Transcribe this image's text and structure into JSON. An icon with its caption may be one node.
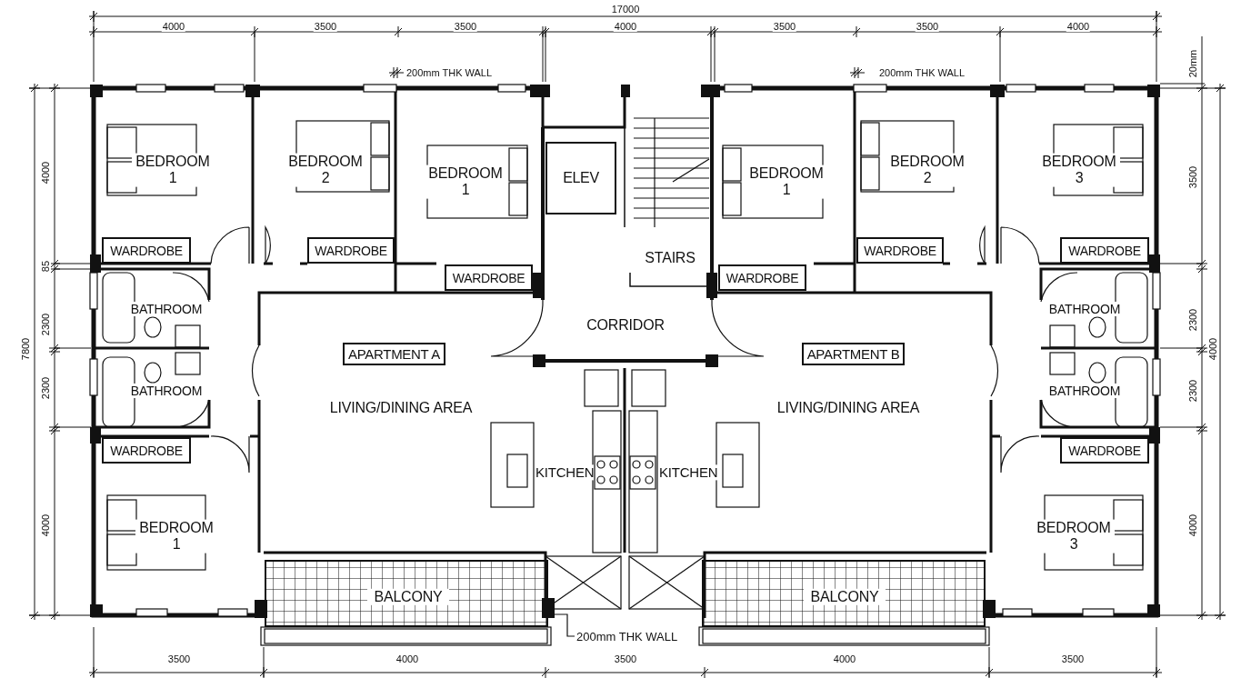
{
  "diagram": {
    "nodes": [
      {
        "text": [
          "BEDROOM 1"
        ]
      },
      {
        "text": [
          "BEDROOM 2"
        ]
      },
      {
        "text": [
          "BEDROOM 1"
        ]
      },
      {
        "text": [
          "ELEV"
        ]
      },
      {
        "text": [
          "STAIRS"
        ]
      },
      {
        "text": [
          "BEDROOM 1"
        ]
      },
      {
        "text": [
          "BEDROOM 2"
        ]
      },
      {
        "text": [
          "BEDROOM 3"
        ]
      },
      {
        "text": [
          "WARDROBE"
        ]
      },
      {
        "text": [
          "WARDROBE"
        ]
      },
      {
        "text": [
          "WARDROBE"
        ]
      },
      {
        "text": [
          "WARDROBE"
        ]
      },
      {
        "text": [
          "WARDROBE"
        ]
      },
      {
        "text": [
          "WARDROBE"
        ]
      },
      {
        "text": [
          "BATHROOM"
        ]
      },
      {
        "text": [
          "CORRIDOR"
        ]
      },
      {
        "text": [
          "BATHROOM"
        ]
      },
      {
        "text": [
          "APARTMENT A"
        ]
      },
      {
        "text": [
          "APARTMENT B"
        ]
      },
      {
        "text": [
          "BATHROOM"
        ]
      },
      {
        "text": [
          "BATHROOM"
        ]
      },
      {
        "text": [
          "LIVING/DINING AREA"
        ]
      },
      {
        "text": [
          "LIVING/DINING AREA"
        ]
      },
      {
        "text": [
          "WARDROBE"
        ]
      },
      {
        "text": [
          "WARDROBE"
        ]
      },
      {
        "text": [
          "KITCHEN"
        ]
      },
      {
        "text": [
          "KITCHEN"
        ]
      },
      {
        "text": [
          "BEDROOM 1"
        ]
      },
      {
        "text": [
          "BEDROOM 3"
        ]
      },
      {
        "text": [
          "BALCONY"
        ]
      },
      {
        "text": [
          "BALCONY"
        ]
      },
      {
        "text": [
          "200mm THK WALL"
        ]
      },
      {
        "text": [],
        "shape": "bar"
      }
    ],
    "edges": [
      {
        "from": 31,
        "to": 32,
        "arrow": "none"
      }
    ],
    "labels": [
      "17000",
      "4000",
      "3500",
      "3500",
      "4000",
      "3500",
      "3500",
      "4000",
      "200mm THK WALL",
      "200mm THK WALL",
      "20mm",
      "4000",
      "85",
      "2300",
      "7800",
      "2300",
      "4000",
      "3500",
      "2300",
      "4000",
      "2300",
      "4000",
      "3500",
      "4000",
      "3500",
      "4000",
      "3500"
    ]
  }
}
